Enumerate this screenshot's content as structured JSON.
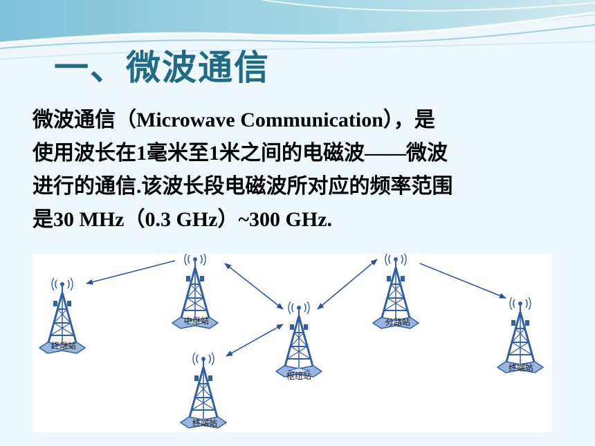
{
  "title": "一、微波通信",
  "body": {
    "line1": "微波通信（Microwave Communication），是",
    "line2": "使用波长在1毫米至1米之间的电磁波——微波",
    "line3": "进行的通信.该波长段电磁波所对应的频率范围",
    "line4": "是30 MHz（0.3 GHz）~300 GHz."
  },
  "diagram": {
    "labels": {
      "terminal_left": "终端站",
      "relay": "中继站",
      "terminal_bottom": "终端站",
      "hub": "枢纽站",
      "branch": "分路站",
      "terminal_right": "终端站"
    }
  },
  "colors": {
    "title": "#1f6b87",
    "tower": "#2f5fa6",
    "arrow": "#2a4fa0",
    "header_band": "#8ec8dc"
  }
}
